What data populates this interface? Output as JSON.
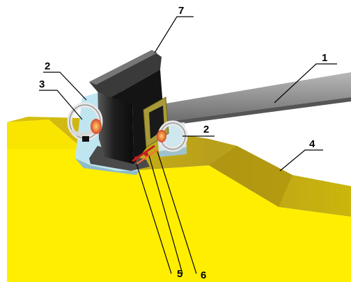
{
  "figure": {
    "callouts": [
      {
        "id": "1",
        "label": "1"
      },
      {
        "id": "2",
        "label": "2"
      },
      {
        "id": "3",
        "label": "3"
      },
      {
        "id": "4",
        "label": "4"
      },
      {
        "id": "5",
        "label": "5"
      },
      {
        "id": "6",
        "label": "6"
      },
      {
        "id": "7",
        "label": "7"
      },
      {
        "id": "2b",
        "label": "2"
      }
    ],
    "colors": {
      "ground_top": "#c9b200",
      "ground_face": "#ffee00",
      "rail": "#2a2a2a",
      "baseplate": "#bfe6f0",
      "strip": "#8a8a8a",
      "bracket": "#a89a38",
      "weld": "#d94f2a"
    }
  }
}
